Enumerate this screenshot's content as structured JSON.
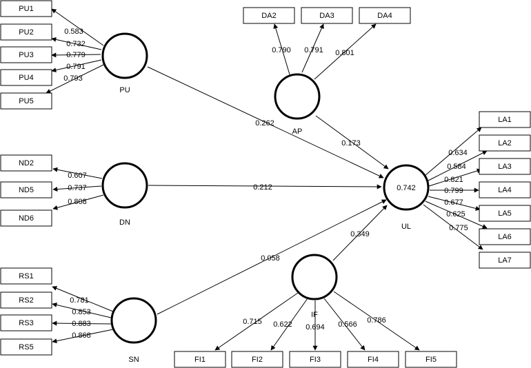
{
  "constructs": {
    "PU": {
      "label": "PU"
    },
    "AP": {
      "label": "AP"
    },
    "DN": {
      "label": "DN"
    },
    "UL": {
      "label": "UL",
      "r2": "0.742"
    },
    "SN": {
      "label": "SN"
    },
    "IF": {
      "label": "IF"
    }
  },
  "indicators": {
    "PU1": "PU1",
    "PU2": "PU2",
    "PU3": "PU3",
    "PU4": "PU4",
    "PU5": "PU5",
    "DA2": "DA2",
    "DA3": "DA3",
    "DA4": "DA4",
    "ND2": "ND2",
    "ND5": "ND5",
    "ND6": "ND6",
    "RS1": "RS1",
    "RS2": "RS2",
    "RS3": "RS3",
    "RS5": "RS5",
    "LA1": "LA1",
    "LA2": "LA2",
    "LA3": "LA3",
    "LA4": "LA4",
    "LA5": "LA5",
    "LA6": "LA6",
    "LA7": "LA7",
    "FI1": "FI1",
    "FI2": "FI2",
    "FI3": "FI3",
    "FI4": "FI4",
    "FI5": "FI5"
  },
  "loadings": {
    "PU1": "0.583",
    "PU2": "0.732",
    "PU3": "0.779",
    "PU4": "0.791",
    "PU5": "0.793",
    "DA2": "0.790",
    "DA3": "0.791",
    "DA4": "0.801",
    "ND2": "0.607",
    "ND5": "0.737",
    "ND6": "0.808",
    "RS1": "0.781",
    "RS2": "0.853",
    "RS3": "0.883",
    "RS5": "0.868",
    "LA1": "0.634",
    "LA2": "0.584",
    "LA3": "0.821",
    "LA4": "0.799",
    "LA5": "0.677",
    "LA6": "0.625",
    "LA7": "0.775",
    "FI1": "0.715",
    "FI2": "0.622",
    "FI3": "0.694",
    "FI4": "0.566",
    "FI5": "0.786"
  },
  "paths": {
    "PU_UL": "0.262",
    "AP_UL": "0.173",
    "DN_UL": "0.212",
    "SN_UL": "0.058",
    "IF_UL": "0.349"
  }
}
